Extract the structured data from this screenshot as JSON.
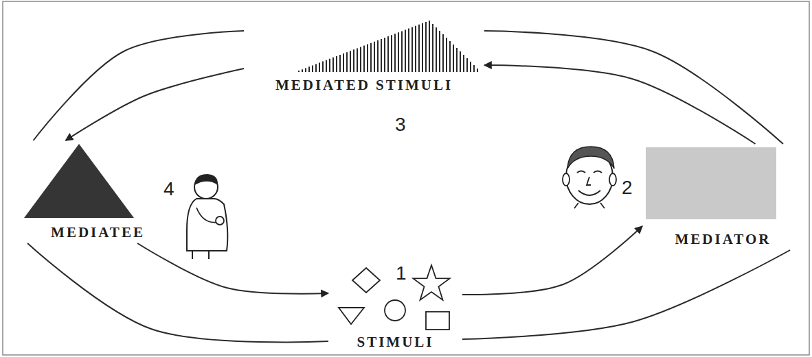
{
  "diagram": {
    "nodes": [
      {
        "text": [
          "MEDIATED STIMULI"
        ]
      },
      {
        "text": [
          "MEDIATEE"
        ]
      },
      {
        "text": [
          "MEDIATOR"
        ]
      },
      {
        "text": [
          "STIMULI"
        ]
      }
    ],
    "edges": [
      {
        "from": 0,
        "to": 1,
        "arrow": "to"
      },
      {
        "from": 0,
        "to": 1,
        "arrow": "none"
      },
      {
        "from": 2,
        "to": 0,
        "arrow": "to"
      },
      {
        "from": 2,
        "to": 0,
        "arrow": "none"
      },
      {
        "from": 1,
        "to": 3,
        "arrow": "to"
      },
      {
        "from": 1,
        "to": 3,
        "arrow": "none"
      },
      {
        "from": 3,
        "to": 2,
        "arrow": "to"
      },
      {
        "from": 3,
        "to": 2,
        "arrow": "none"
      }
    ],
    "labels": [
      "3",
      "4",
      "2",
      "1"
    ]
  }
}
